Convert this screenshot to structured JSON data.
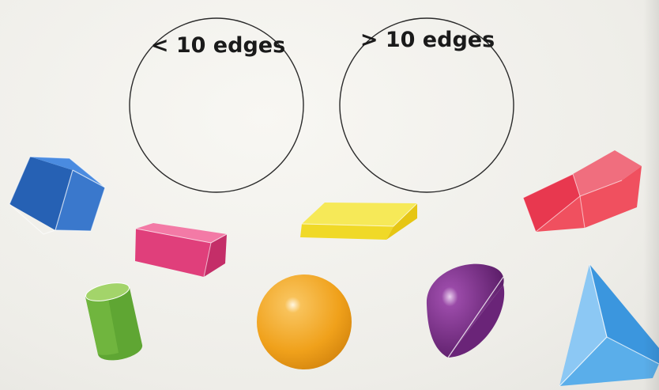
{
  "sorting_circles": [
    {
      "label": "< 10 edges"
    },
    {
      "label": "> 10 edges"
    }
  ],
  "shapes": [
    {
      "name": "cube",
      "color": "#2f6fc4"
    },
    {
      "name": "pink-cuboid",
      "color": "#e8467f"
    },
    {
      "name": "yellow-cuboid",
      "color": "#f4e33a"
    },
    {
      "name": "pentagonal-prism",
      "color": "#ee4b5b"
    },
    {
      "name": "cylinder",
      "color": "#6bb03a"
    },
    {
      "name": "sphere",
      "color": "#f2a21c"
    },
    {
      "name": "hemisphere",
      "color": "#7b2f8a"
    },
    {
      "name": "triangular-pyramid",
      "color": "#4aa7e8"
    }
  ]
}
